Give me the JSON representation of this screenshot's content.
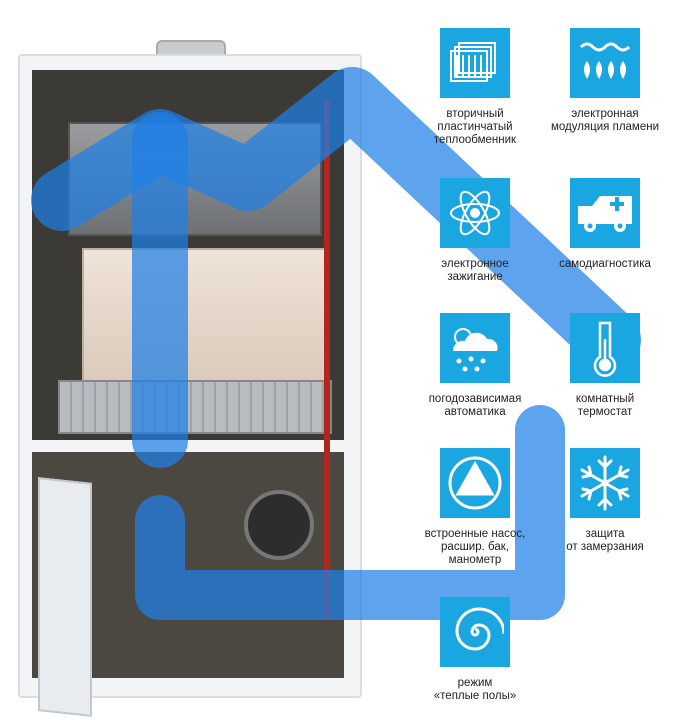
{
  "colors": {
    "tile": "#1aa7e1",
    "overlay": "#1e7fe6",
    "text": "#222222"
  },
  "features": [
    {
      "icon": "radiator-icon",
      "label": "вторичный\nпластинчатый\nтеплообменник"
    },
    {
      "icon": "flame-modulation-icon",
      "label": "электронная\nмодуляция пламени"
    },
    {
      "icon": "atom-icon",
      "label": "электронное\nзажигание"
    },
    {
      "icon": "ambulance-icon",
      "label": "самодиагностика"
    },
    {
      "icon": "weather-icon",
      "label": "погодозависимая\nавтоматика"
    },
    {
      "icon": "thermometer-icon",
      "label": "комнатный\nтермостат"
    },
    {
      "icon": "pump-icon",
      "label": "встроенные насос,\nрасшир. бак,\nманометр"
    },
    {
      "icon": "snowflake-icon",
      "label": "защита\nот замерзания"
    },
    {
      "icon": "spiral-floor-icon",
      "label": "режим\n«теплые полы»"
    }
  ]
}
